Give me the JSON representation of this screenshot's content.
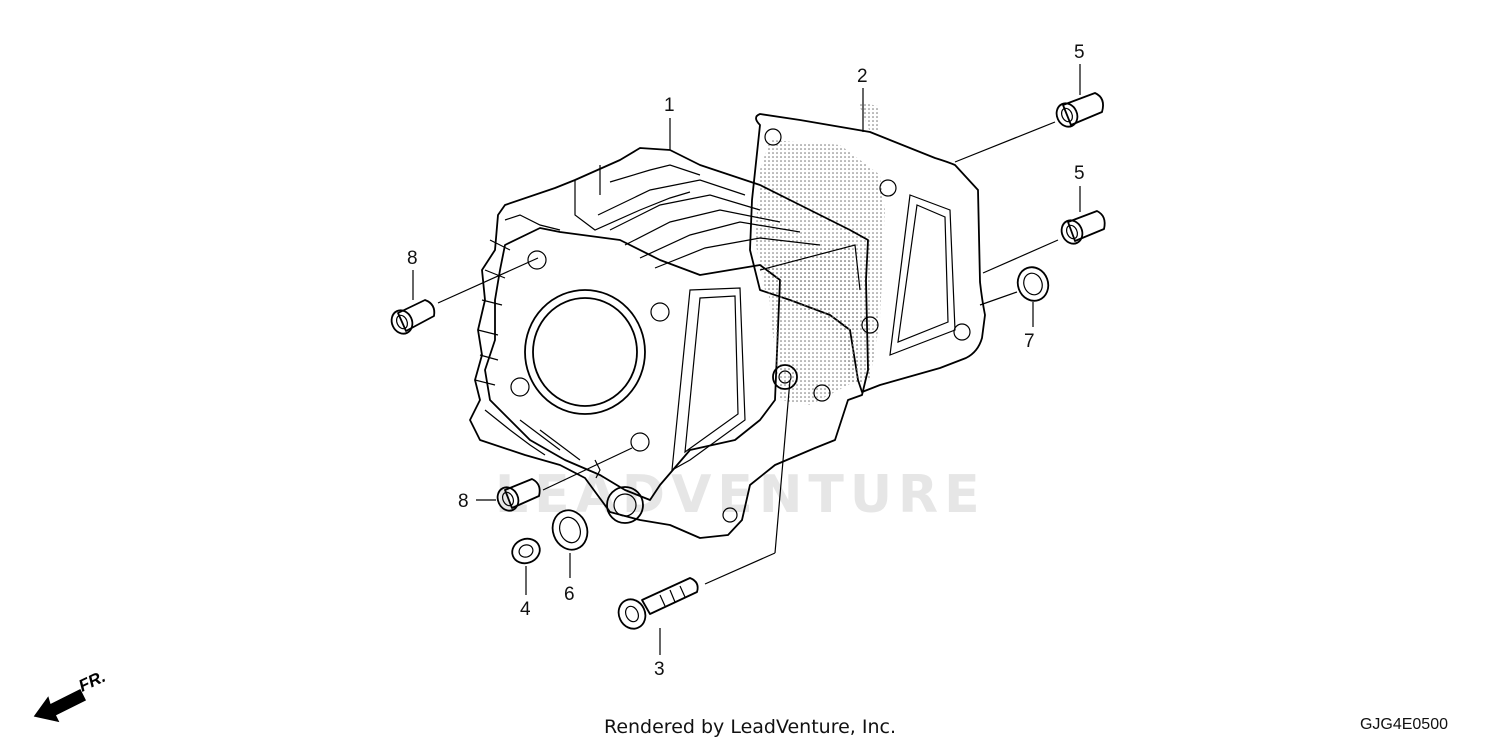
{
  "callouts": {
    "c1": "1",
    "c2": "2",
    "c3": "3",
    "c4": "4",
    "c5a": "5",
    "c5b": "5",
    "c6": "6",
    "c7": "7",
    "c8a": "8",
    "c8b": "8"
  },
  "watermark": "LEADVENTURE",
  "front_label": "FR.",
  "footer": "Rendered by LeadVenture, Inc.",
  "diagram_code": "GJG4E0500"
}
